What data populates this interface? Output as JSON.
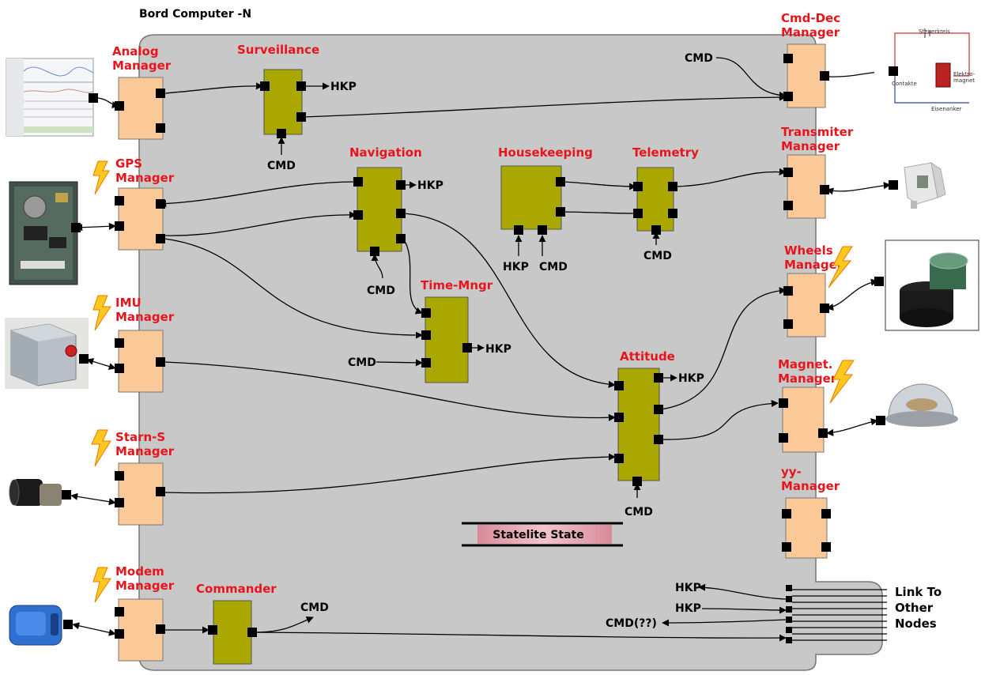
{
  "system": {
    "title": "Bord Computer -N"
  },
  "managers": {
    "analog": "Analog Manager",
    "gps": "GPS Manager",
    "imu": "IMU Manager",
    "starn_s": "Starn-S Manager",
    "modem": "Modem Manager",
    "cmd_dec": "Cmd-Dec Manager",
    "transmitter": "Transmiter Manager",
    "wheels": "Wheels Manager",
    "magnet": "Magnet. Manager",
    "yy": "yy- Manager"
  },
  "processes": {
    "surveillance": "Surveillance",
    "navigation": "Navigation",
    "housekeeping": "Housekeeping",
    "telemetry": "Telemetry",
    "time_mngr": "Time-Mngr",
    "attitude": "Attitude",
    "commander": "Commander"
  },
  "signals": {
    "hkp": "HKP",
    "cmd": "CMD",
    "cmd_unknown": "CMD(??)"
  },
  "state": {
    "label": "Statelite State"
  },
  "link": {
    "label": "Link To Other Nodes"
  },
  "colors": {
    "board": "#c8c8c8",
    "manager_fill": "#fbc997",
    "process_fill": "#aaa800",
    "title_red": "#e8141c",
    "state_fill": "#e6a8b2"
  },
  "icons": [
    "scope-plot-image",
    "gps-board-image",
    "imu-box-image",
    "star-sensor-image",
    "modem-device-image",
    "relay-circuit-image",
    "transmitter-box-image",
    "reaction-wheel-image",
    "magnetometer-dome-image",
    "lightning-bolt-icon"
  ]
}
